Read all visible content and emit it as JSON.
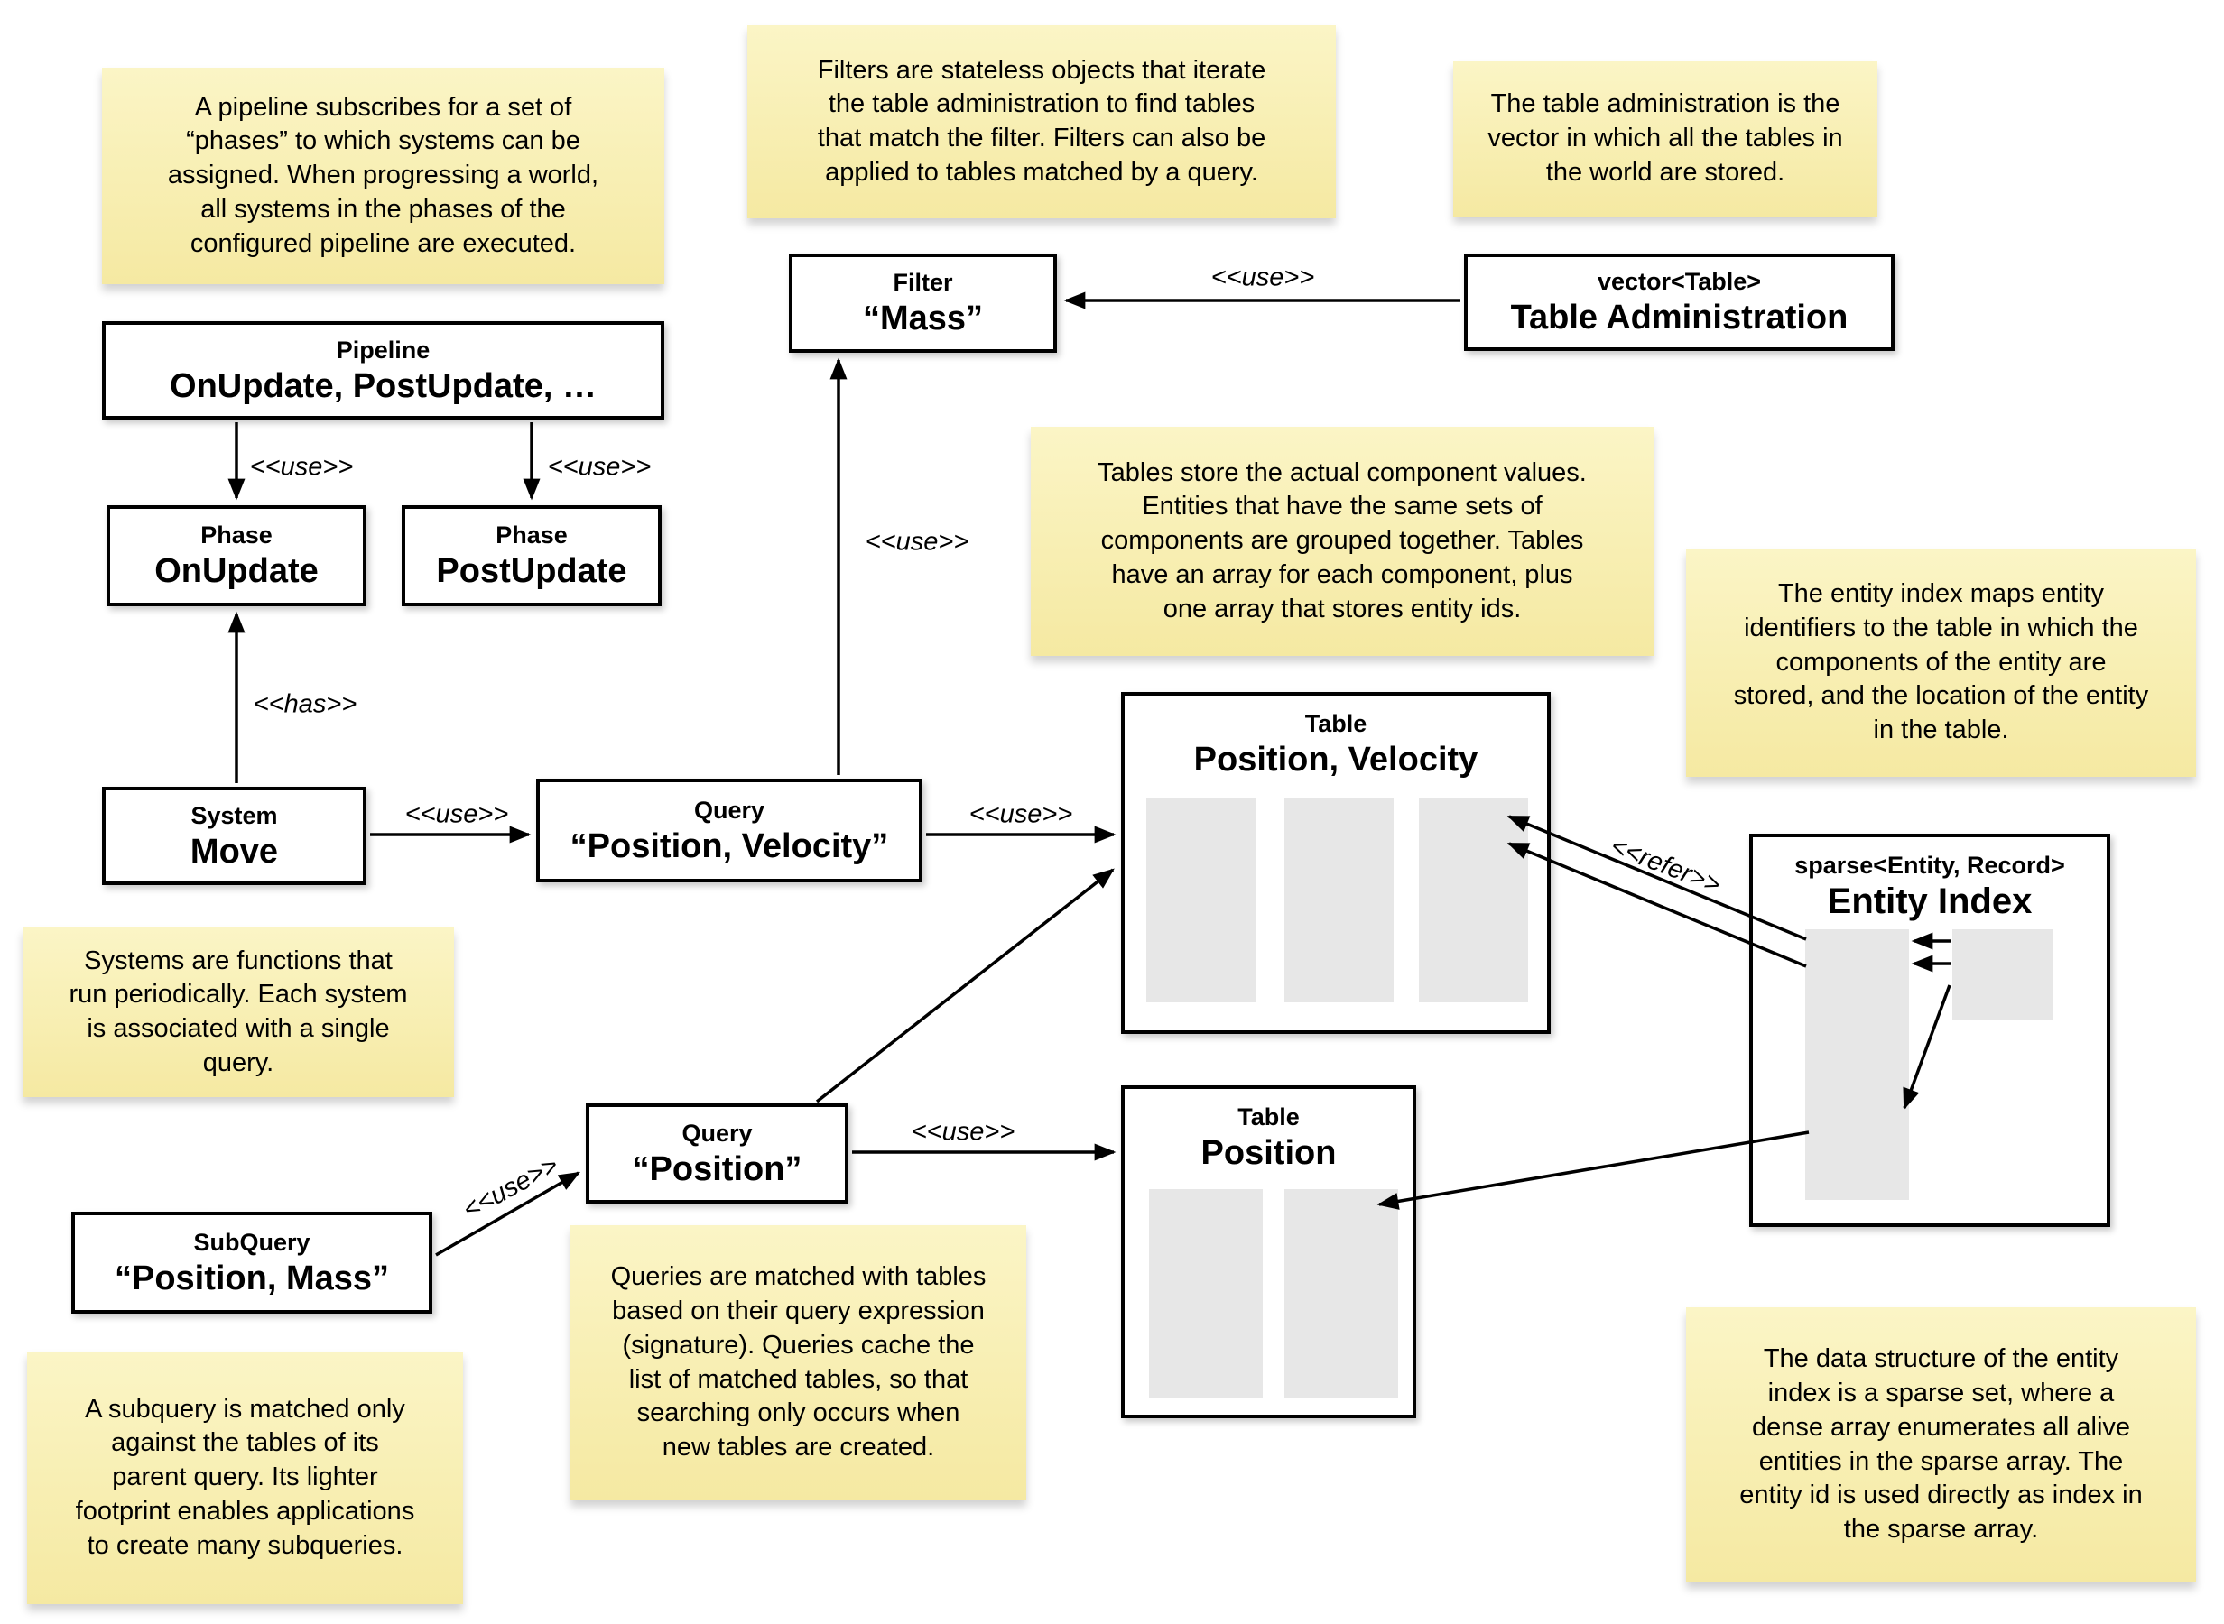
{
  "notes": [
    {
      "id": "pipeline-note",
      "text": "A pipeline subscribes for a set of\n“phases” to which systems can be\nassigned. When progressing a world,\nall systems in the phases of the\nconfigured pipeline are executed."
    },
    {
      "id": "filter-note",
      "text": "Filters are stateless objects that iterate\nthe table administration to find tables\nthat match the filter. Filters can also be\napplied to tables matched by a query."
    },
    {
      "id": "table-admin-note",
      "text": "The table administration is the\nvector in which all the tables in\nthe world are stored."
    },
    {
      "id": "tables-note",
      "text": "Tables store the actual component values.\nEntities that have the same sets of\ncomponents are grouped together. Tables\nhave an array for each component, plus\none array that stores entity ids."
    },
    {
      "id": "entity-index-note",
      "text": "The entity index maps entity\nidentifiers to the table in which the\ncomponents of the entity are\nstored, and the location of the entity\nin the table."
    },
    {
      "id": "systems-note",
      "text": "Systems are functions that\nrun periodically. Each system\nis associated with a single\nquery."
    },
    {
      "id": "subquery-note",
      "text": "A subquery is matched only\nagainst the tables of its\nparent query. Its lighter\nfootprint enables applications\nto create many subqueries."
    },
    {
      "id": "queries-note",
      "text": "Queries are matched with tables\nbased on their query expression\n(signature). Queries cache the\nlist of matched tables, so that\nsearching only occurs when\nnew tables are created."
    },
    {
      "id": "sparse-set-note",
      "text": "The data structure of the entity\nindex is a sparse set, where a\ndense array enumerates all alive\nentities in the sparse array. The\nentity id is used directly as index in\nthe sparse array."
    }
  ],
  "boxes": [
    {
      "id": "pipeline",
      "type": "Pipeline",
      "title": "OnUpdate, PostUpdate, …"
    },
    {
      "id": "phase-onupdate",
      "type": "Phase",
      "title": "OnUpdate"
    },
    {
      "id": "phase-postupdate",
      "type": "Phase",
      "title": "PostUpdate"
    },
    {
      "id": "filter-mass",
      "type": "Filter",
      "title": "“Mass”"
    },
    {
      "id": "table-administration",
      "type": "vector<Table>",
      "title": "Table Administration"
    },
    {
      "id": "system-move",
      "type": "System",
      "title": "Move"
    },
    {
      "id": "query-position-velocity",
      "type": "Query",
      "title": "“Position, Velocity”"
    },
    {
      "id": "table-position-velocity",
      "type": "Table",
      "title": "Position, Velocity"
    },
    {
      "id": "table-position",
      "type": "Table",
      "title": "Position"
    },
    {
      "id": "query-position",
      "type": "Query",
      "title": "“Position”"
    },
    {
      "id": "subquery-position-mass",
      "type": "SubQuery",
      "title": "“Position, Mass”"
    },
    {
      "id": "entity-index",
      "type": "sparse<Entity, Record>",
      "title": "Entity Index"
    }
  ],
  "labels": [
    {
      "text": "<<use>>"
    },
    {
      "text": "<<use>>"
    },
    {
      "text": "<<has>>"
    },
    {
      "text": "<<use>>"
    },
    {
      "text": "<<use>>"
    },
    {
      "text": "<<use>>"
    },
    {
      "text": "<<use>>"
    },
    {
      "text": "<<use>>"
    },
    {
      "text": "<<use>>"
    },
    {
      "text": "<<refer>>"
    }
  ],
  "colors": {
    "background": "#ffffff",
    "note_top": "#fbf5c6",
    "note_bottom": "#f5e9a2",
    "box_border": "#000000",
    "array_bar": "#e7e7e7",
    "arrow": "#000000"
  }
}
